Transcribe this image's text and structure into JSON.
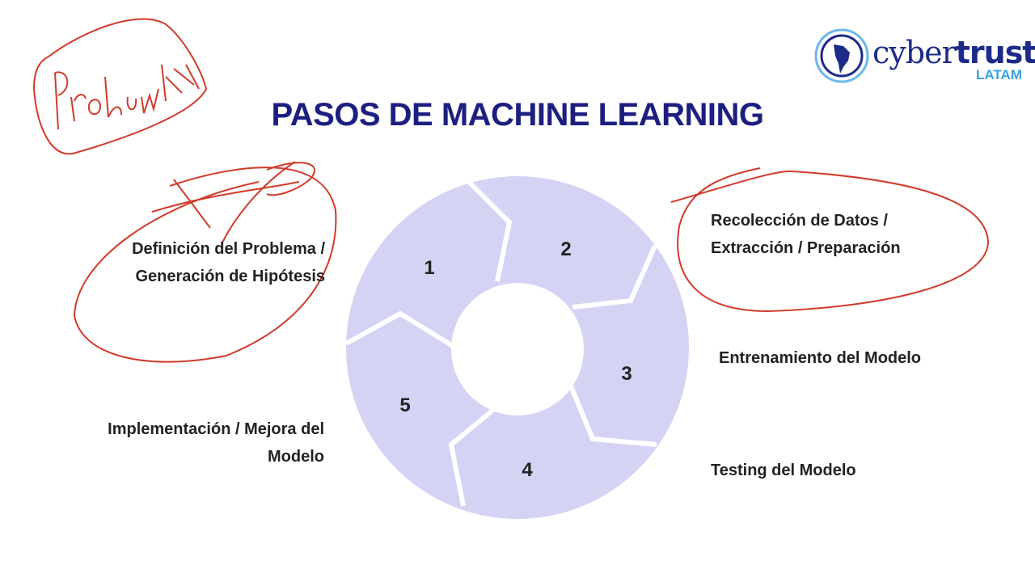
{
  "logo": {
    "brand_light": "cyber",
    "brand_bold": "trust",
    "region": "LATAM",
    "handwriting": "Problema"
  },
  "title": "PASOS DE MACHINE LEARNING",
  "steps": [
    {
      "number": "1",
      "label_lines": [
        "Definición del Problema /",
        "Generación de Hipótesis"
      ]
    },
    {
      "number": "2",
      "label_lines": [
        "Recolección de Datos /",
        "Extracción / Preparación"
      ]
    },
    {
      "number": "3",
      "label_lines": [
        "Entrenamiento del Modelo"
      ]
    },
    {
      "number": "4",
      "label_lines": [
        "Testing del Modelo"
      ]
    },
    {
      "number": "5",
      "label_lines": [
        "Implementación / Mejora del",
        "Modelo"
      ]
    }
  ],
  "colors": {
    "ring": "#d4d3f4",
    "title": "#1c1f80",
    "ink": "#d13a2a"
  }
}
